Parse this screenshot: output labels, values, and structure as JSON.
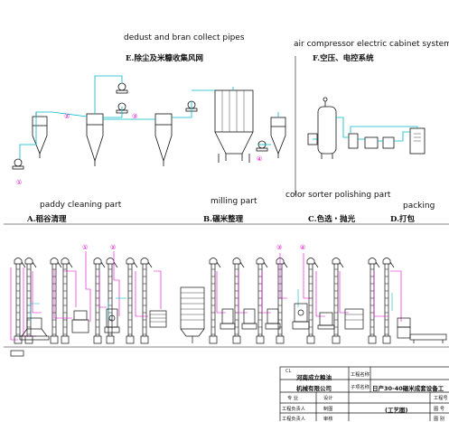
{
  "sections": {
    "dedust": {
      "en": "dedust and bran collect pipes",
      "cn": "E.除尘及米糠收集风网"
    },
    "air": {
      "en": "air compressor electric cabinet system",
      "cn": "F.空压、电控系统"
    },
    "paddy": {
      "en": "paddy cleaning part",
      "cn": "A.稻谷清理"
    },
    "milling": {
      "en": "milling part",
      "cn": "B.碾米整理"
    },
    "sorter": {
      "en": "color sorter polishing part",
      "cn": "C.色选・抛光"
    },
    "packing": {
      "en": "packing",
      "cn": "D.打包"
    }
  },
  "markers": {
    "top": [
      "①",
      "②",
      "③",
      "④"
    ],
    "bottom": [
      "①",
      "②",
      "③",
      "④"
    ]
  },
  "title_block": {
    "company": "河南成立粮油机械有限公司",
    "company_line1": "河南成立粮油",
    "company_line2": "机械有限公司",
    "logo_text": "CL",
    "project_label": "工程名称",
    "subproject_label": "子项名称",
    "subproject_value": "日产30-40碾米成套设备工",
    "row_labels": [
      "专 业",
      "设计",
      "工程负责人",
      "制图",
      "工程负责人",
      "审核"
    ],
    "process_label": "(工艺图)",
    "right_labels": [
      "工程号",
      "图 号",
      "图 别"
    ]
  },
  "colors": {
    "line": "#111111",
    "cyan": "#00b7c7",
    "magenta": "#e000c8"
  }
}
